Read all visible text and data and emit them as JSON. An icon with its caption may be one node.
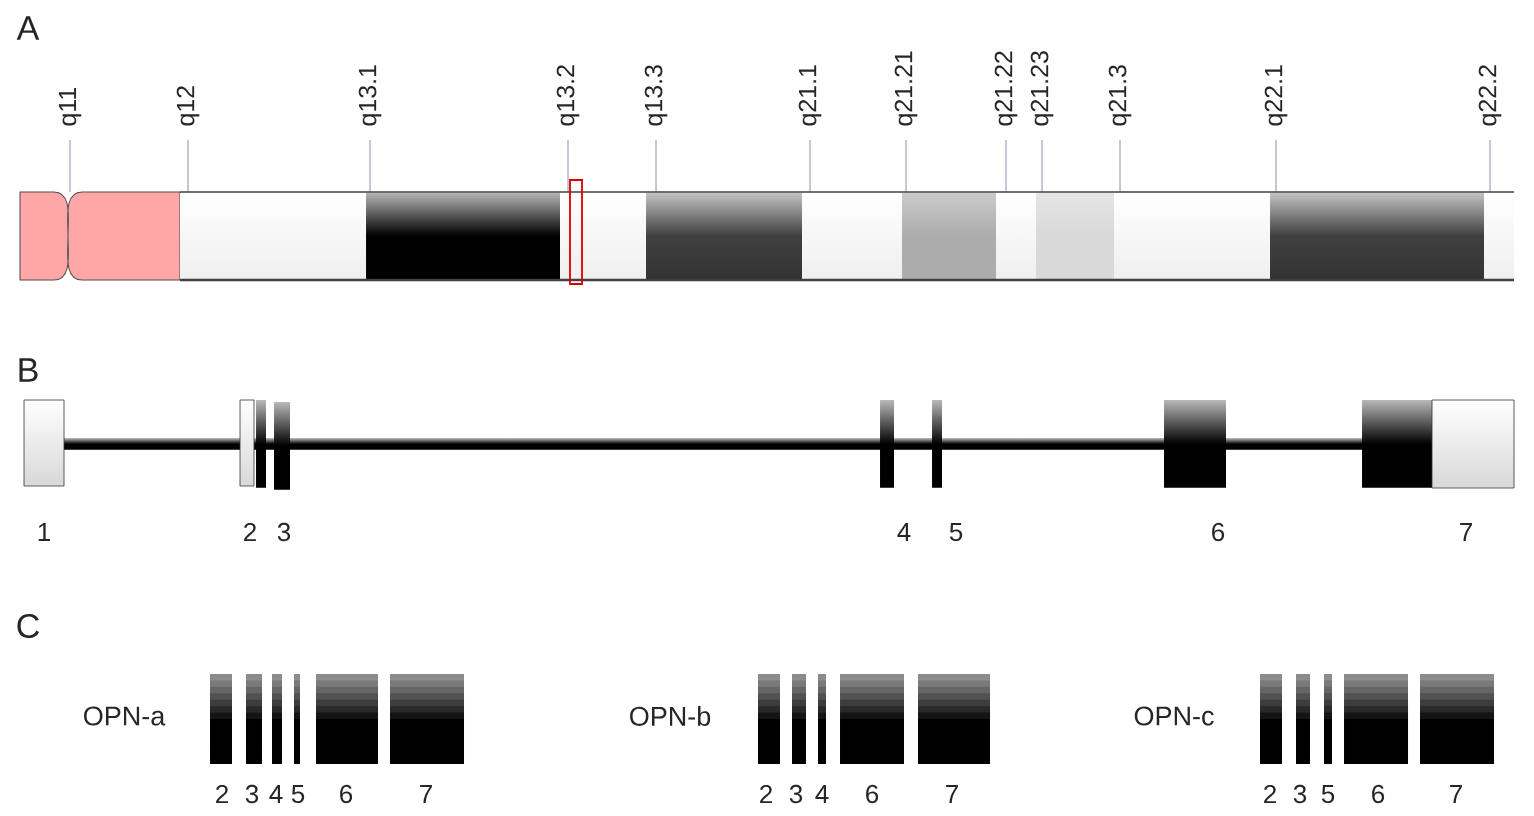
{
  "diagram": {
    "labels": [
      "A",
      "q11",
      "q12",
      "q13.1",
      "q13.2",
      "q13.3",
      "q21.1",
      "q21.21",
      "q21.22",
      "q21.23",
      "q21.3",
      "q22.1",
      "q22.2",
      "B",
      "1",
      "2",
      "3",
      "4",
      "5",
      "6",
      "7",
      "C",
      "OPN-a",
      "2",
      "3",
      "4",
      "5",
      "6",
      "7",
      "OPN-b",
      "2",
      "3",
      "4",
      "6",
      "7",
      "OPN-c",
      "2",
      "3",
      "5",
      "6",
      "7"
    ]
  }
}
